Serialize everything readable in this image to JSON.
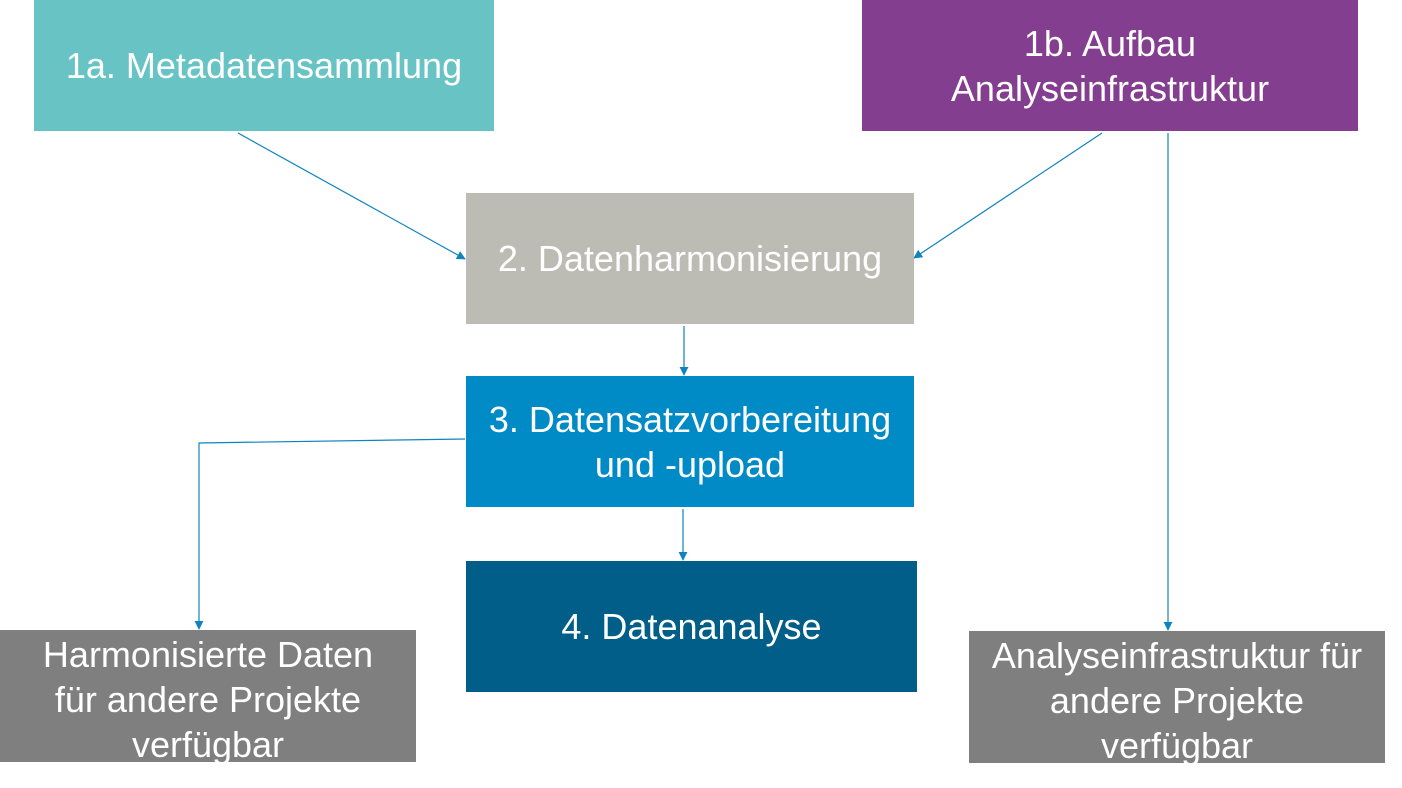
{
  "colors": {
    "metadata": "#68C3C5",
    "infrastructure": "#843E8F",
    "harmonization": "#BCBCB4",
    "preparation": "#008AC6",
    "analysis": "#005E89",
    "output": "#7F7F7F",
    "connector": "#0E84BF"
  },
  "nodes": {
    "n1a": {
      "label": "1a. Metadatensammlung"
    },
    "n1b": {
      "label": "1b. Aufbau\nAnalyseinfrastruktur"
    },
    "n2": {
      "label": "2. Datenharmonisierung"
    },
    "n3": {
      "label": "3. Datensatzvorbereitung\nund -upload"
    },
    "n4": {
      "label": "4. Datenanalyse"
    },
    "n5": {
      "label": "Harmonisierte Daten\nfür andere Projekte\nverfügbar"
    },
    "n6": {
      "label": "Analyseinfrastruktur für\nandere Projekte\nverfügbar"
    }
  },
  "edges": [
    {
      "from": "1a. Metadatensammlung",
      "to": "2. Datenharmonisierung"
    },
    {
      "from": "1b. Aufbau Analyseinfrastruktur",
      "to": "2. Datenharmonisierung"
    },
    {
      "from": "1b. Aufbau Analyseinfrastruktur",
      "to": "Analyseinfrastruktur für andere Projekte verfügbar"
    },
    {
      "from": "2. Datenharmonisierung",
      "to": "3. Datensatzvorbereitung und -upload"
    },
    {
      "from": "3. Datensatzvorbereitung und -upload",
      "to": "4. Datenanalyse"
    },
    {
      "from": "3. Datensatzvorbereitung und -upload",
      "to": "Harmonisierte Daten für andere Projekte verfügbar"
    }
  ]
}
